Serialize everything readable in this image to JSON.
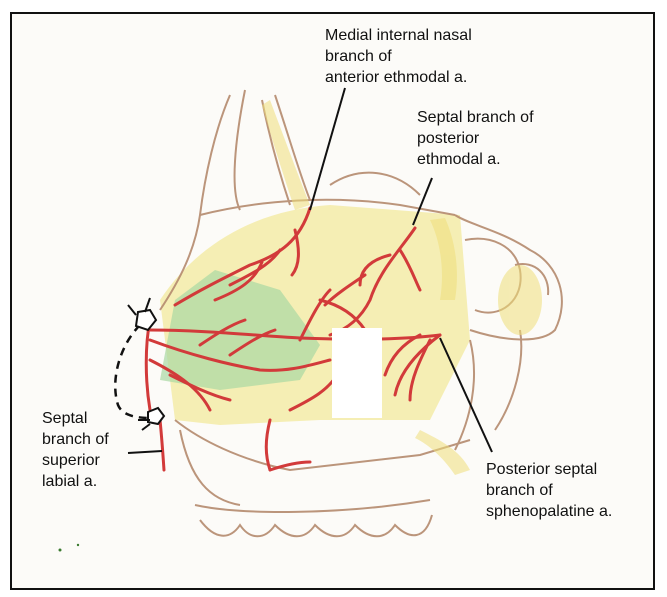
{
  "labels": {
    "medial_internal_nasal": "Medial internal nasal\nbranch of\nanterior ethmodal a.",
    "septal_posterior_ethmodal": "Septal branch of\nposterior\nethmodal a.",
    "septal_superior_labial": "Septal\nbranch of\nsuperior\nlabial a.",
    "posterior_septal_sphenopalatine": "Posterior septal\nbranch of\nsphenopalatine a."
  },
  "colors": {
    "artery": "#d23a3a",
    "bone_outline": "#b58a6e",
    "cartilage_yellow": "#eedf7a",
    "green_shade": "#9fd39a",
    "leader_line": "#111111"
  }
}
